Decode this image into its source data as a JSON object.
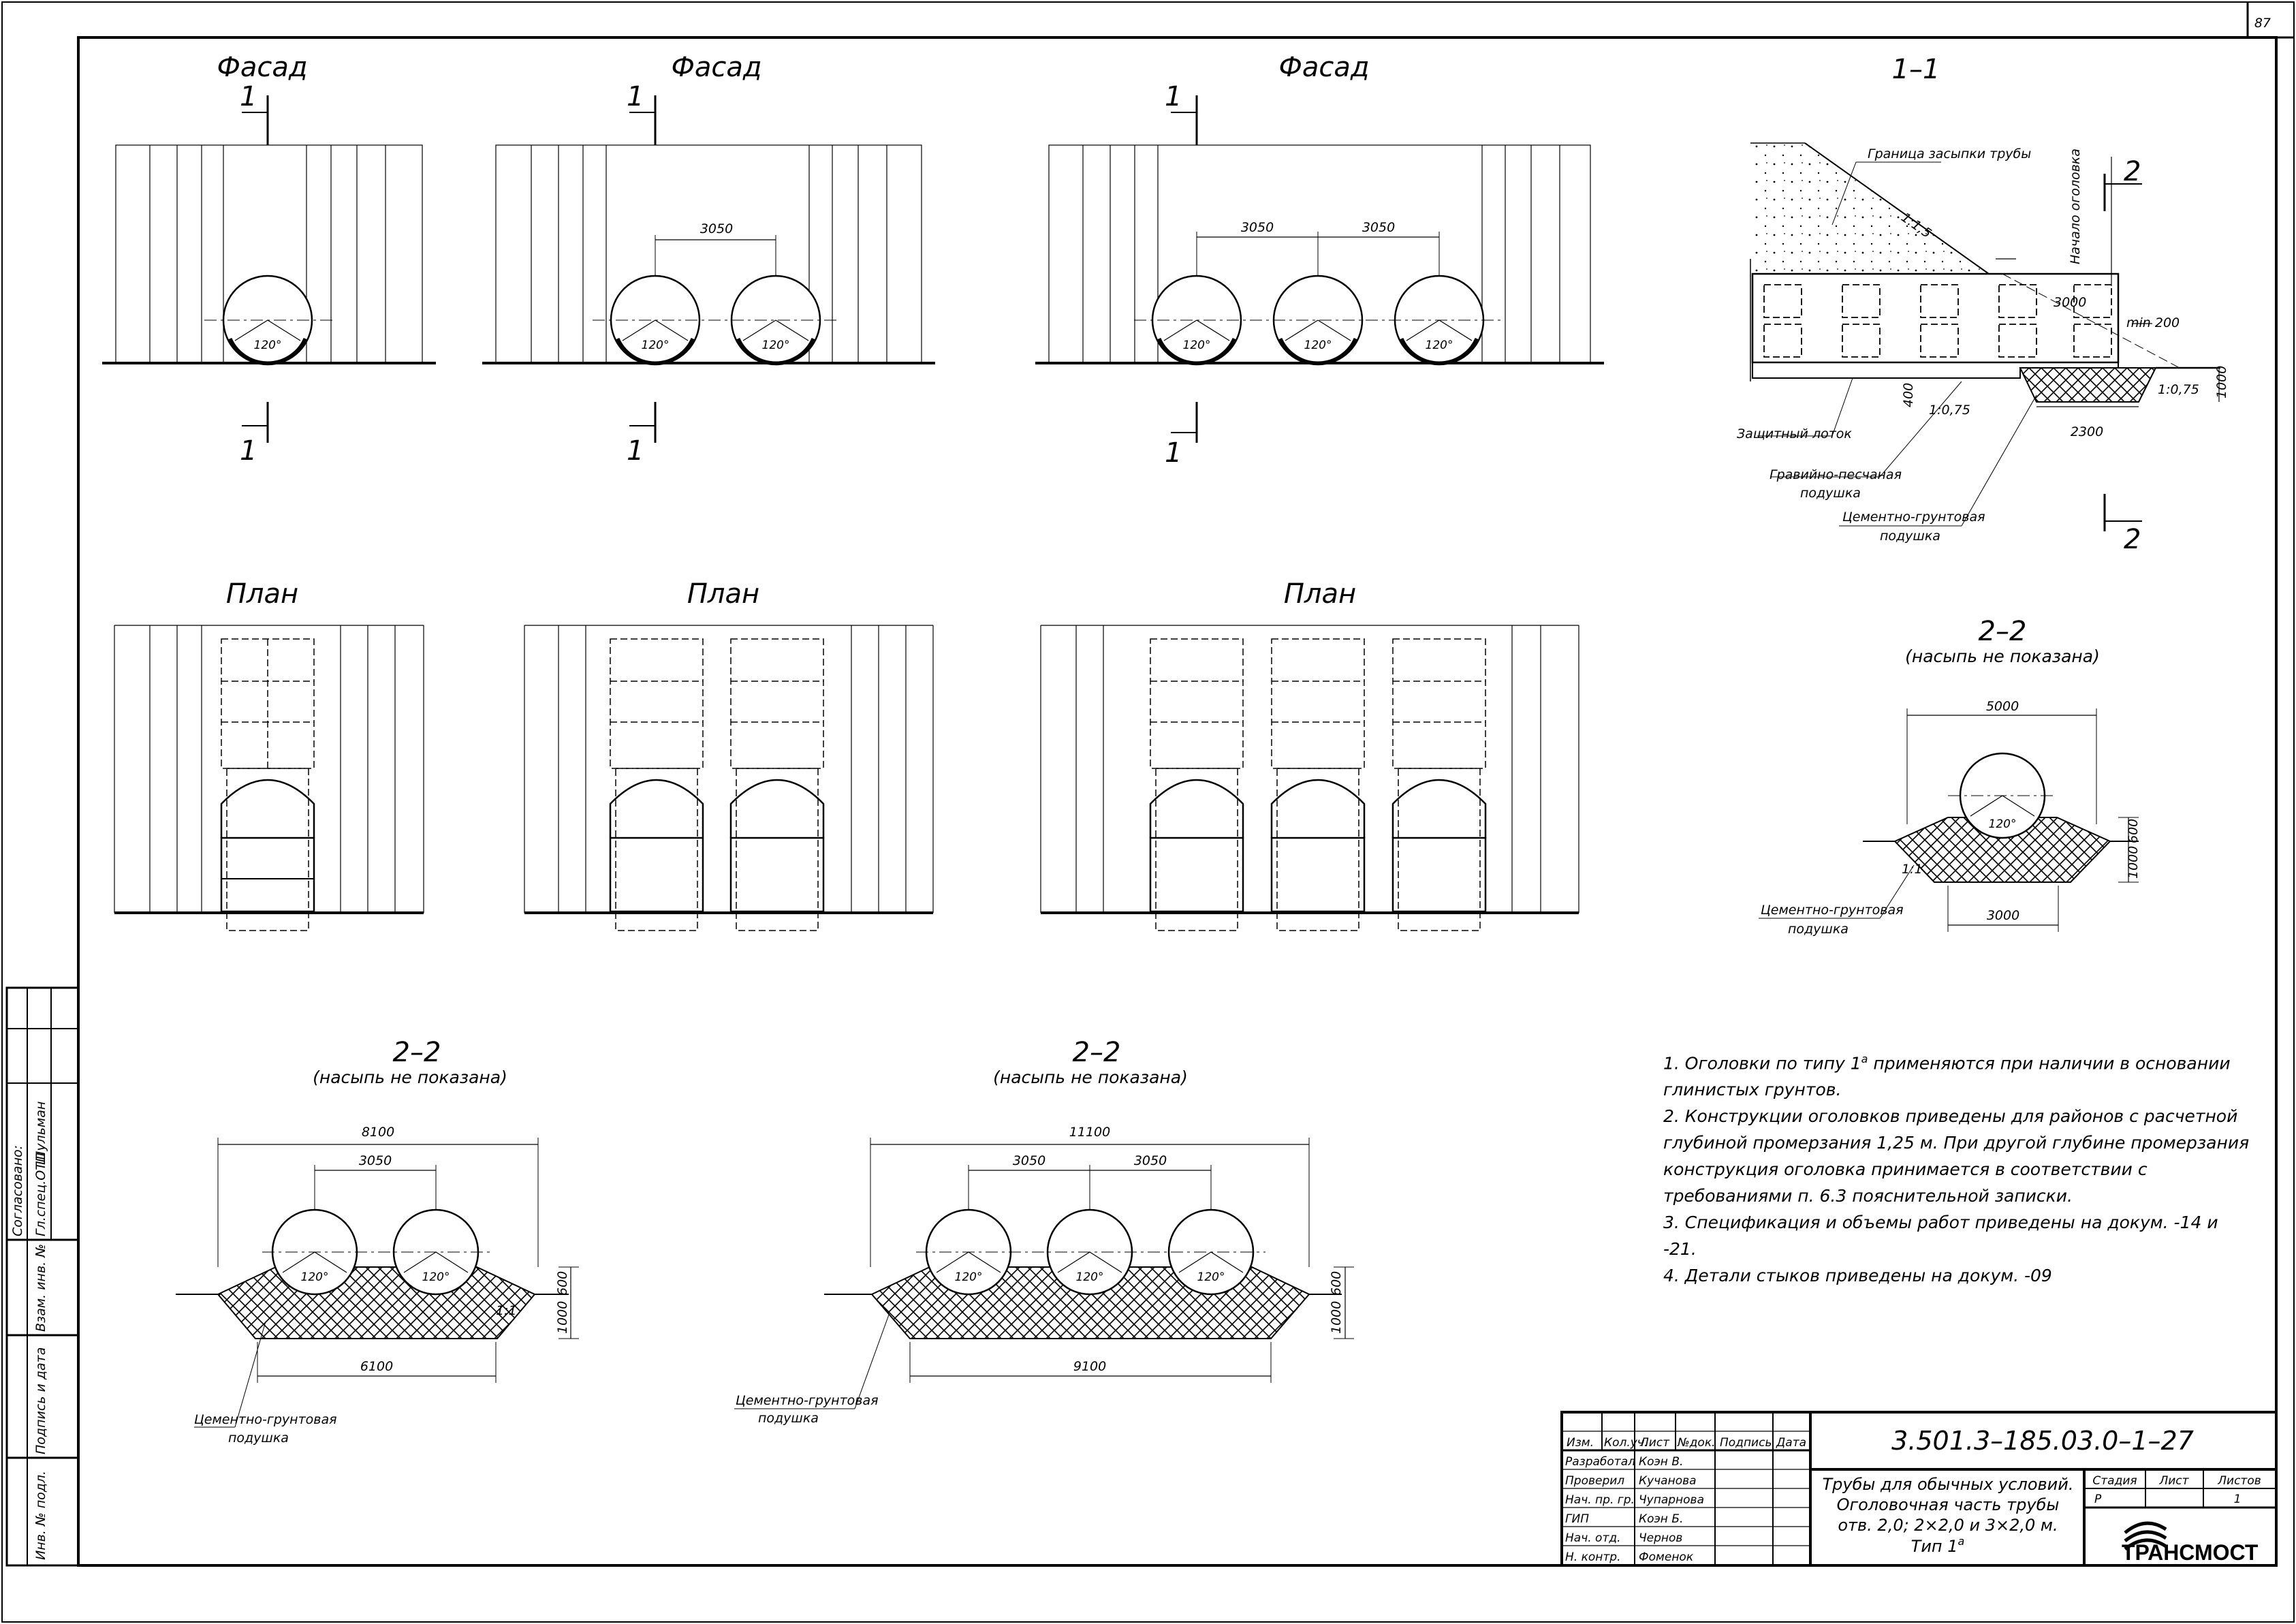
{
  "sheet": {
    "page_number": "87"
  },
  "views": {
    "facade_title": "Фасад",
    "plan_title": "План",
    "section_11_title": "1–1",
    "section_22_title": "2–2",
    "section_22_note": "(насыпь не показана)",
    "cut_mark_1": "1",
    "cut_mark_2": "2",
    "angle_label": "120°"
  },
  "dimensions": {
    "spacing": "3050",
    "d_5000": "5000",
    "d_3000": "3000",
    "d_8100": "8100",
    "d_6100": "6100",
    "d_11100": "11100",
    "d_9100": "9100",
    "d_600": "600",
    "d_1000": "1000",
    "d_400": "400",
    "d_2300": "2300",
    "d_min200": "min 200",
    "slope_15": "1:1,5",
    "slope_075": "1:0,75",
    "slope_11": "1:1"
  },
  "labels": {
    "backfill_boundary": "Граница засыпки трубы",
    "headwall_start": "Начало оголовка",
    "protective_tray": "Защитный лоток",
    "gravel_sand_1": "Гравийно-песчаная",
    "gravel_sand_2": "подушка",
    "cement_soil_1": "Цементно-грунтовая",
    "cement_soil_2": "подушка"
  },
  "notes": [
    {
      "pre": "1. Оголовки по типу 1",
      "sup": "а",
      "post": " применяются при наличии в основании глинистых грунтов."
    },
    {
      "pre": "2. Конструкции оголовков приведены для районов с расчетной глубиной промерзания 1,25 м. При другой глубине промерзания конструкция оголовка принимается в соответствии с требованиями п. 6.3 пояснительной записки.",
      "sup": "",
      "post": ""
    },
    {
      "pre": "3. Спецификация и объемы работ приведены на докум. -14 и -21.",
      "sup": "",
      "post": ""
    },
    {
      "pre": "4. Детали стыков приведены на докум. -09",
      "sup": "",
      "post": ""
    }
  ],
  "side_stamp": {
    "agreed": "Согласовано:",
    "gl_spec": "Гл.спец.ОТП",
    "person": "Шульман",
    "inv_replace": "Взам. инв. №",
    "sign_date": "Подпись и дата",
    "inv_orig": "Инв. № подл."
  },
  "title_block": {
    "headers": [
      "Изм.",
      "Кол.уч.",
      "Лист",
      "№док.",
      "Подпись",
      "Дата"
    ],
    "rows": [
      {
        "role": "Разработал",
        "name": "Коэн В."
      },
      {
        "role": "Проверил",
        "name": "Кучанова"
      },
      {
        "role": "Нач. пр. гр.",
        "name": "Чупарнова"
      },
      {
        "role": "ГИП",
        "name": "Коэн Б."
      },
      {
        "role": "Нач. отд.",
        "name": "Чернов"
      },
      {
        "role": "Н. контр.",
        "name": "Фоменок"
      }
    ],
    "doc_code": "3.501.3–185.03.0–1–27",
    "name_lines": [
      "Трубы для обычных условий.",
      "Оголовочная часть трубы",
      "отв. 2,0; 2×2,0 и 3×2,0 м."
    ],
    "type_label": "Тип 1",
    "type_sup": "а",
    "stage_h": "Стадия",
    "sheet_h": "Лист",
    "sheets_h": "Листов",
    "stage_v": "Р",
    "sheets_v": "1",
    "logo_text": "ТРАНСМОСТ"
  }
}
